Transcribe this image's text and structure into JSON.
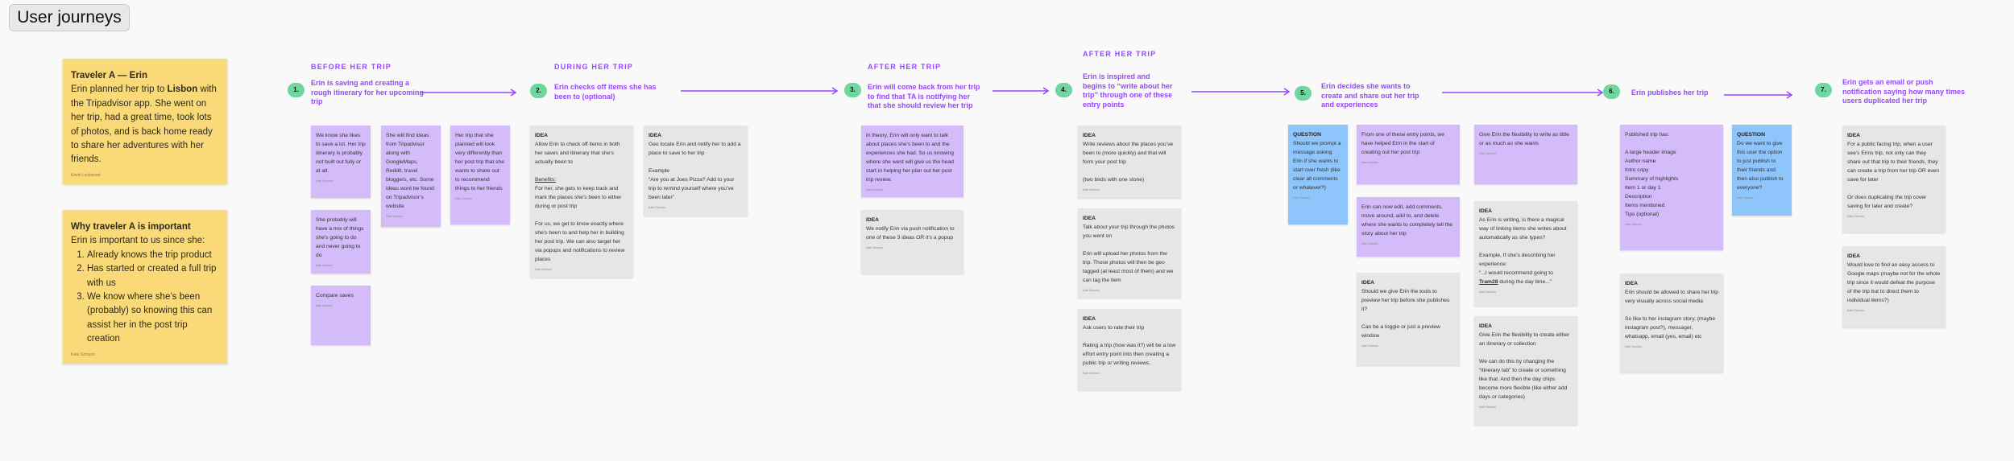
{
  "title": "User journeys",
  "colors": {
    "yellow": "#f9d978",
    "purple_note": "#d4bbfa",
    "gray_note": "#e6e6e6",
    "blue_note": "#8ec5fb",
    "accent_purple": "#9747ff",
    "step_green": "#6fd6a0"
  },
  "persona_cards": [
    {
      "title": "Traveler A — Erin",
      "body_before": "Erin planned her trip to ",
      "body_bold": "Lisbon",
      "body_after": " with the Tripadvisor app. She went on her trip, had a great time, took lots of photos, and is back home ready to share her adventures with her friends.",
      "author": "Kevin Lockwood"
    },
    {
      "title": "Why traveler A is important",
      "intro": "Erin is important to us since she:",
      "items": [
        "Already knows the trip product",
        "Has started or created a full trip with us",
        "We know where she’s been (probably) so knowing this can assist her in the post trip creation"
      ],
      "author": "Kate Szmurlo"
    }
  ],
  "stages": [
    {
      "phase": "BEFORE HER TRIP",
      "number": "1.",
      "heading": "Erin is saving and creating a rough itinerary for her upcoming trip",
      "cards": [
        {
          "kind": "purple",
          "paragraphs": [
            "We know she likes to save a lot. Her trip itinerary is probably not built out fully or at all."
          ],
          "author": "Kate Szmurlo"
        },
        {
          "kind": "purple",
          "paragraphs": [
            "She probably will have a mix of things she’s going to do and never going to do"
          ],
          "author": "Kate Szmurlo"
        },
        {
          "kind": "purple",
          "paragraphs": [
            "Compare saves"
          ],
          "author": "Kate Szmurlo"
        },
        {
          "kind": "purple",
          "paragraphs": [
            "She will find ideas from Tripadvisor along with GoogleMaps, Reddit, travel bloggers, etc. Some ideas wont be found on Tripadvisor’s website"
          ],
          "author": "Kate Szmurlo"
        },
        {
          "kind": "purple",
          "paragraphs": [
            "Her trip that she planned will look very differently than her post trip that she wants to share out to recommend things to her friends"
          ],
          "author": "Kate Szmurlo"
        }
      ]
    },
    {
      "phase": "DURING HER TRIP",
      "number": "2.",
      "heading": "Erin checks off items she has been to (optional)",
      "cards": [
        {
          "kind": "gray",
          "label": "IDEA",
          "paragraphs": [
            "Allow Erin to check off items in both her saves and itinerary that she’s actually been to\n\n",
            {
              "u": "Benefits:"
            },
            "\nFor her, she gets to keep track and mark the places she’s been to either during or post trip\n\nFor us, we get to know exactly where she’s been to and help her in building her post trip. We can also target her via popups and notifications to review places"
          ],
          "author": "Kate Szmurlo"
        },
        {
          "kind": "gray",
          "label": "IDEA",
          "paragraphs": [
            "Geo locate Erin and notify her to add a place to save to her trip\n\nExample\n“Are you at Joes Pizza? Add to your trip to remind yourself where you’ve been later”"
          ],
          "author": "Kate Szmurlo"
        }
      ]
    },
    {
      "phase": "AFTER HER TRIP",
      "number": "3.",
      "heading": "Erin will come back from her trip to find that TA is notifying her that she should review her trip",
      "cards": [
        {
          "kind": "purple",
          "paragraphs": [
            "In theory, Erin will only want to talk about places she’s been to and the experiences she had. So us knowing where she went will give us the head start in helping her plan out her post trip review."
          ],
          "author": "Kate Szmurlo"
        },
        {
          "kind": "gray",
          "label": "IDEA",
          "paragraphs": [
            "We notify Erin via push notification to one of these 3 ideas OR it’s a popup"
          ],
          "author": "Kate Szmurlo"
        }
      ]
    },
    {
      "phase": "AFTER HER TRIP",
      "number": "4.",
      "heading": "Erin is inspired and begins to “write about her trip” through one of these entry points",
      "cards": [
        {
          "kind": "gray",
          "label": "IDEA",
          "paragraphs": [
            "Write reviews about the places you’ve been to (more quickly) and that will form your post trip\n\n(two birds with one stone)"
          ],
          "author": "Kate Szmurlo"
        },
        {
          "kind": "gray",
          "label": "IDEA",
          "paragraphs": [
            "Talk about your trip through the photos you went on\n\nErin will upload her photos from the trip. Those photos will then be geo tagged (at least most of them) and we can tag the item"
          ],
          "author": "Kate Szmurlo"
        },
        {
          "kind": "gray",
          "label": "IDEA",
          "paragraphs": [
            "Ask users to rate their trip\n\nRating a trip (how was it?) will be a low effort entry point into then creating a public trip or writing reviews."
          ],
          "author": "Kate Szmurlo"
        }
      ]
    },
    {
      "phase": "",
      "number": "5.",
      "heading": "Erin decides she wants to create and share out her trip and experiences",
      "cards": [
        {
          "kind": "blue",
          "label": "QUESTION",
          "paragraphs": [
            "Should we prompt a message asking Erin if she wants to start over fresh (like clear all comments or whatever?)"
          ],
          "author": "Kate Szmurlo"
        },
        {
          "kind": "purple",
          "paragraphs": [
            "From one of these entry points, we have helped Erin in the start of creating out her post trip"
          ],
          "author": "Kate Szmurlo"
        },
        {
          "kind": "purple",
          "paragraphs": [
            "Erin can now edit, add comments, move around, add to, and delete where she wants to completely tell the story about her trip"
          ],
          "author": "Kate Szmurlo"
        },
        {
          "kind": "gray",
          "label": "IDEA",
          "paragraphs": [
            "Should we give Erin the tools to preview her trip before she publishes it?\n\nCan be a toggle or just a preview window"
          ],
          "author": "Kate Szmurlo"
        },
        {
          "kind": "purple",
          "paragraphs": [
            "Give Erin the flexibility to write as little or as much as she wants"
          ],
          "author": "Kate Szmurlo"
        },
        {
          "kind": "gray",
          "label": "IDEA",
          "paragraphs": [
            "As Erin is writing, is there a magical way of linking items she writes about automatically as she types?\n\nExample, If she’s describing her experience:\n“...I would recommend going to ",
            {
              "bu": "Tram28"
            },
            " during the day time...”"
          ],
          "author": "Kate Szmurlo"
        },
        {
          "kind": "gray",
          "label": "IDEA",
          "paragraphs": [
            "Give Erin the flexibility to create either an itinerary or collection\n\nWe can do this by changing the “itinerary tab” to create or something like that. And then the day chips become more flexible (like either add days or categories)"
          ],
          "author": "Kate Szmurlo"
        }
      ]
    },
    {
      "phase": "",
      "number": "6.",
      "heading": "Erin publishes her trip",
      "cards": [
        {
          "kind": "purple",
          "paragraphs": [
            "Published trip has:\n\nA large header image\nAuthor name\nIntro copy\nSummary of highlights\nItem 1 or day 1\nDescription\nItems mentioned\nTips (optional)"
          ],
          "author": "Kate Szmurlo"
        },
        {
          "kind": "blue",
          "label": "QUESTION",
          "paragraphs": [
            "Do we want to give this user the option to just publish to their friends and then also publish to everyone?"
          ],
          "author": "Kate Szmurlo"
        },
        {
          "kind": "gray",
          "label": "IDEA",
          "paragraphs": [
            "Erin should be allowed to share her trip very visually across social media\n\nSo like to her instagram story, (maybe instagram post?), messager, whatsapp, email (yes, email) etc"
          ],
          "author": "Kate Szmurlo"
        }
      ]
    },
    {
      "phase": "",
      "number": "7.",
      "heading": "Erin gets an email or push notification saying how many times users duplicated her trip",
      "cards": [
        {
          "kind": "gray",
          "label": "IDEA",
          "paragraphs": [
            "For a public facing trip, when a user see’s Erins trip, not only can they share out that trip to their friends, they can create a trip from her trip OR even save for later\n\nOr does duplicating the trip cover saving for later and create?"
          ],
          "author": "Kate Szmurlo"
        },
        {
          "kind": "gray",
          "label": "IDEA",
          "paragraphs": [
            "Would love to find an easy access to Google maps (maybe not for the whole trip since it would defeat the purpose of the trip but to direct them to individual items?)"
          ],
          "author": "Kate Szmurlo"
        }
      ]
    }
  ]
}
